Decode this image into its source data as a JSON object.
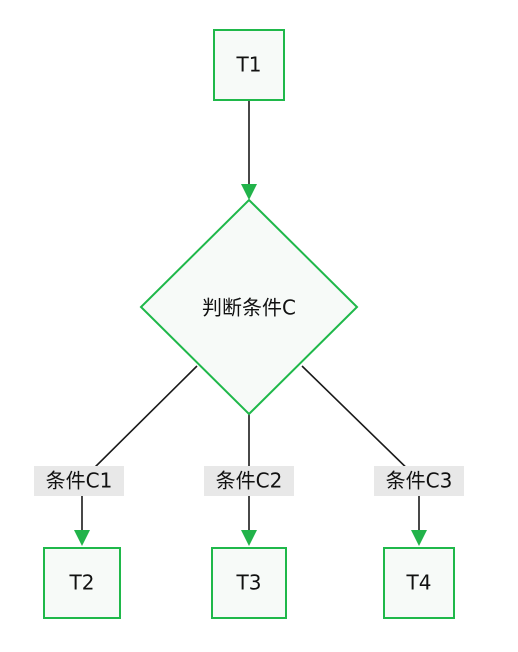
{
  "nodes": {
    "t1": "T1",
    "decision": "判断条件C",
    "t2": "T2",
    "t3": "T3",
    "t4": "T4"
  },
  "edges": {
    "c1": "条件C1",
    "c2": "条件C2",
    "c3": "条件C3"
  },
  "colors": {
    "node_border": "#1fb84a",
    "node_fill": "#f7faf8",
    "arrow": "#22b34a",
    "line": "#1a1a1a",
    "label_bg": "#e8e8e8"
  }
}
